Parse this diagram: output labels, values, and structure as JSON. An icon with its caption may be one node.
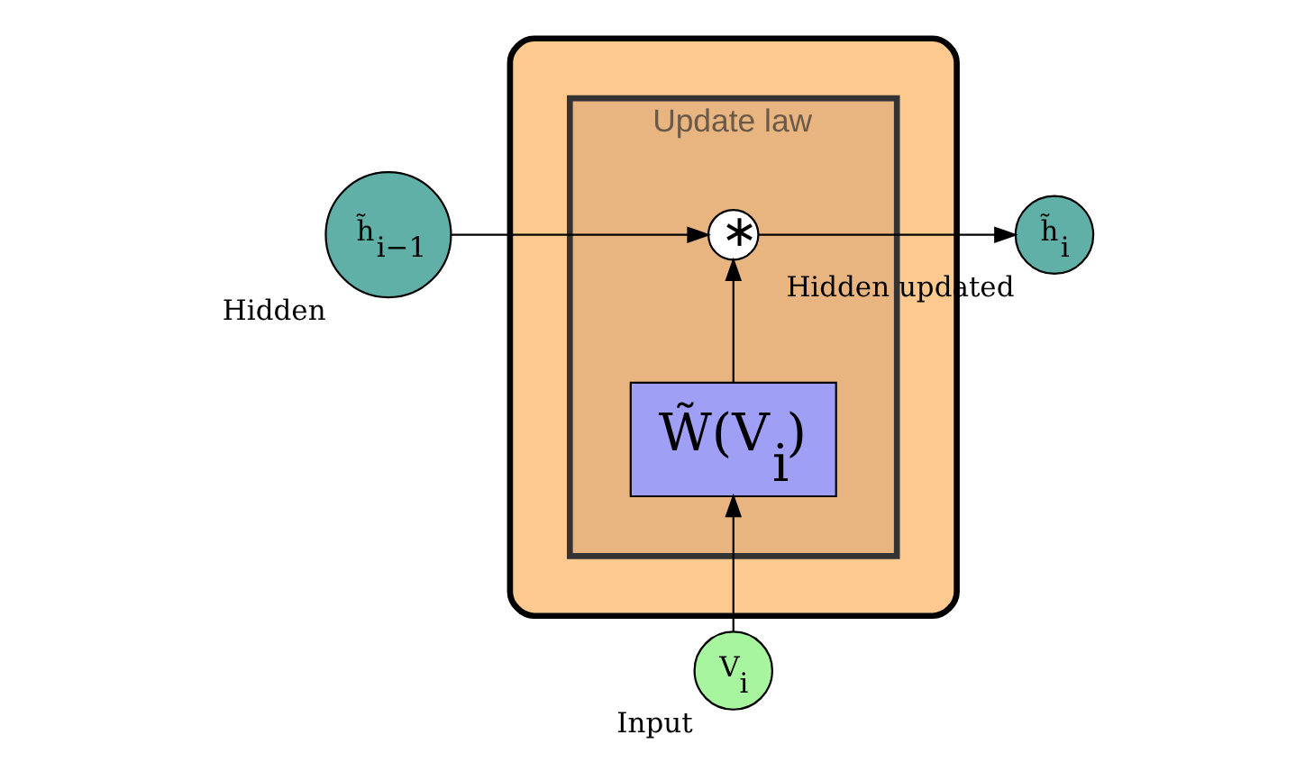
{
  "diagram": {
    "nodes": [
      {
        "text": [],
        "shape": "box"
      },
      {
        "text": [
          "Update law"
        ],
        "in": 0
      },
      {
        "text": [
          "∗"
        ],
        "in": 1
      },
      {
        "text": [
          "W̃(V$_{i}$)"
        ],
        "in": 1
      },
      {
        "text": [
          "h̃$_{i−1}$"
        ],
        "beside": [
          "Hidden"
        ]
      },
      {
        "text": [
          "h̃$_{i}$"
        ],
        "beside": [
          "Hidden updated"
        ]
      },
      {
        "text": [
          "V$_{i}$"
        ],
        "beside": [
          "Input"
        ]
      }
    ],
    "edges": [
      {
        "from": 4,
        "to": 2,
        "arrow": "to"
      },
      {
        "from": 2,
        "to": 5,
        "arrow": "to"
      },
      {
        "from": 3,
        "to": 2,
        "arrow": "to"
      },
      {
        "from": 6,
        "to": 3,
        "arrow": "to"
      }
    ]
  }
}
